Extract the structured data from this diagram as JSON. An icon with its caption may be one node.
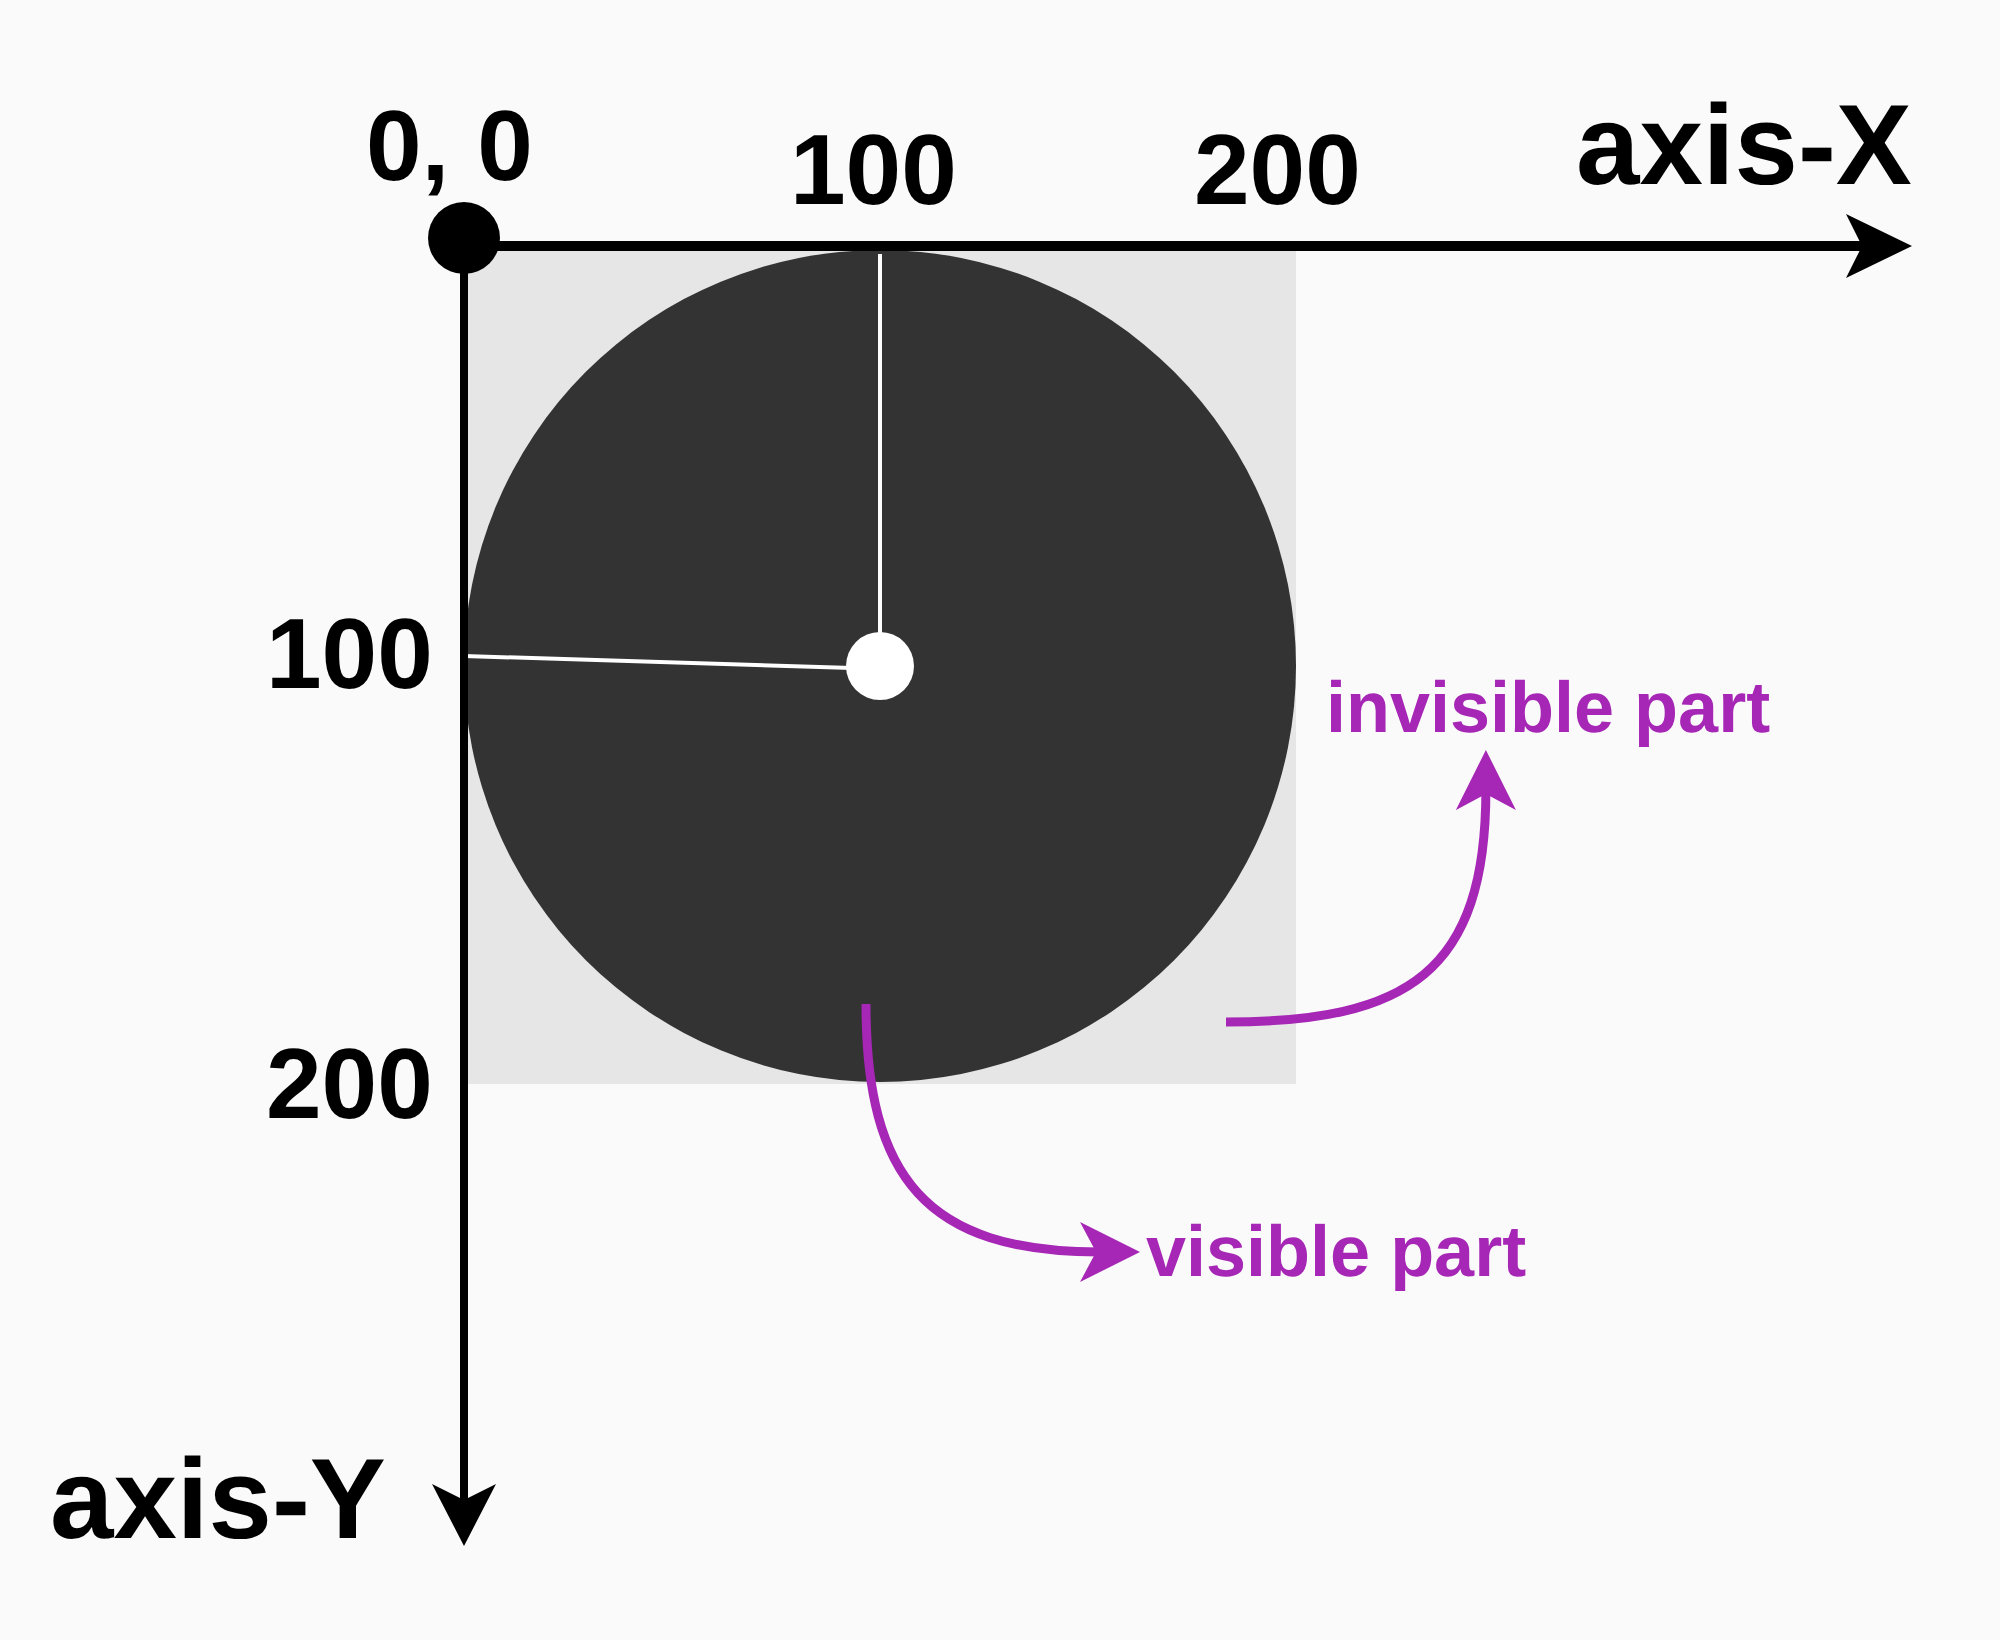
{
  "diagram": {
    "nodes": [
      {
        "text": [],
        "shape": "box"
      },
      {
        "text": [],
        "shape": "circle",
        "in": 0
      },
      {
        "text": [
          "invisible part"
        ]
      },
      {
        "text": [
          "visible part"
        ]
      }
    ],
    "edges": [
      {
        "from": 0,
        "to": 2,
        "arrow": "to"
      },
      {
        "from": 1,
        "to": 3,
        "arrow": "to"
      }
    ],
    "labels": [
      "0, 0",
      "100",
      "200",
      "axis-X",
      "100",
      "200",
      "axis-Y"
    ]
  }
}
